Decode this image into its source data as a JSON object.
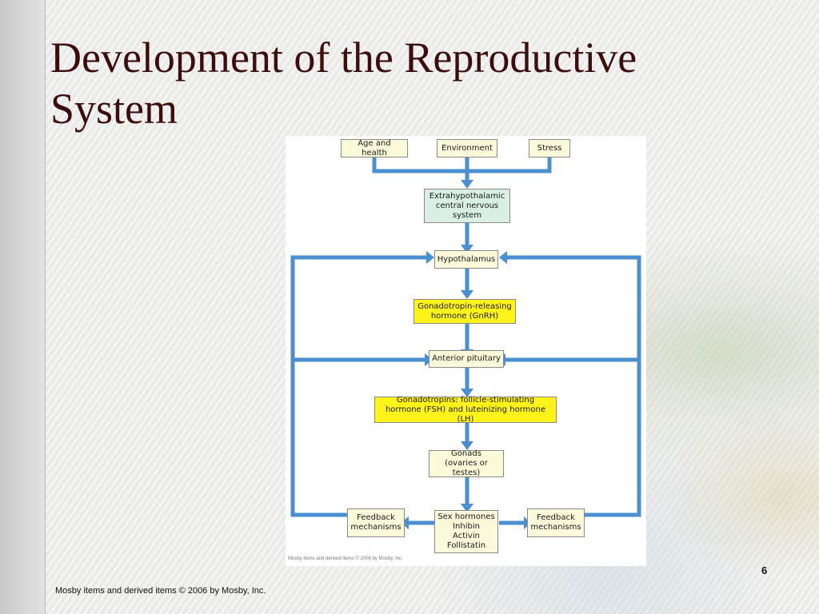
{
  "slide": {
    "title": "Development of the Reproductive System",
    "page_number": "6",
    "footer": "Mosby items and derived items © 2006 by Mosby, Inc."
  },
  "diagram": {
    "credit": "Mosby items and derived items © 2006 by Mosby, Inc.",
    "nodes": {
      "age_health": "Age and health",
      "environment": "Environment",
      "stress": "Stress",
      "extrahypothalamic": "Extrahypothalamic\ncentral nervous\nsystem",
      "hypothalamus": "Hypothalamus",
      "gnrh": "Gonadotropin-releasing\nhormone (GnRH)",
      "anterior_pituitary": "Anterior pituitary",
      "gonadotropins": "Gonadotropins:  follicle-stimulating\nhormone (FSH) and luteinizing hormone (LH)",
      "gonads": "Gonads\n(ovaries or testes)",
      "feedback_left": "Feedback\nmechanisms",
      "sex_hormones": "Sex hormones\nInhibin\nActivin\nFollistatin",
      "feedback_right": "Feedback\nmechanisms"
    },
    "colors": {
      "arrow": "#4a8fcf",
      "input_box": "#fbfbdc",
      "cns_box": "#d9efe4",
      "hormone_box": "#fff31a"
    }
  }
}
